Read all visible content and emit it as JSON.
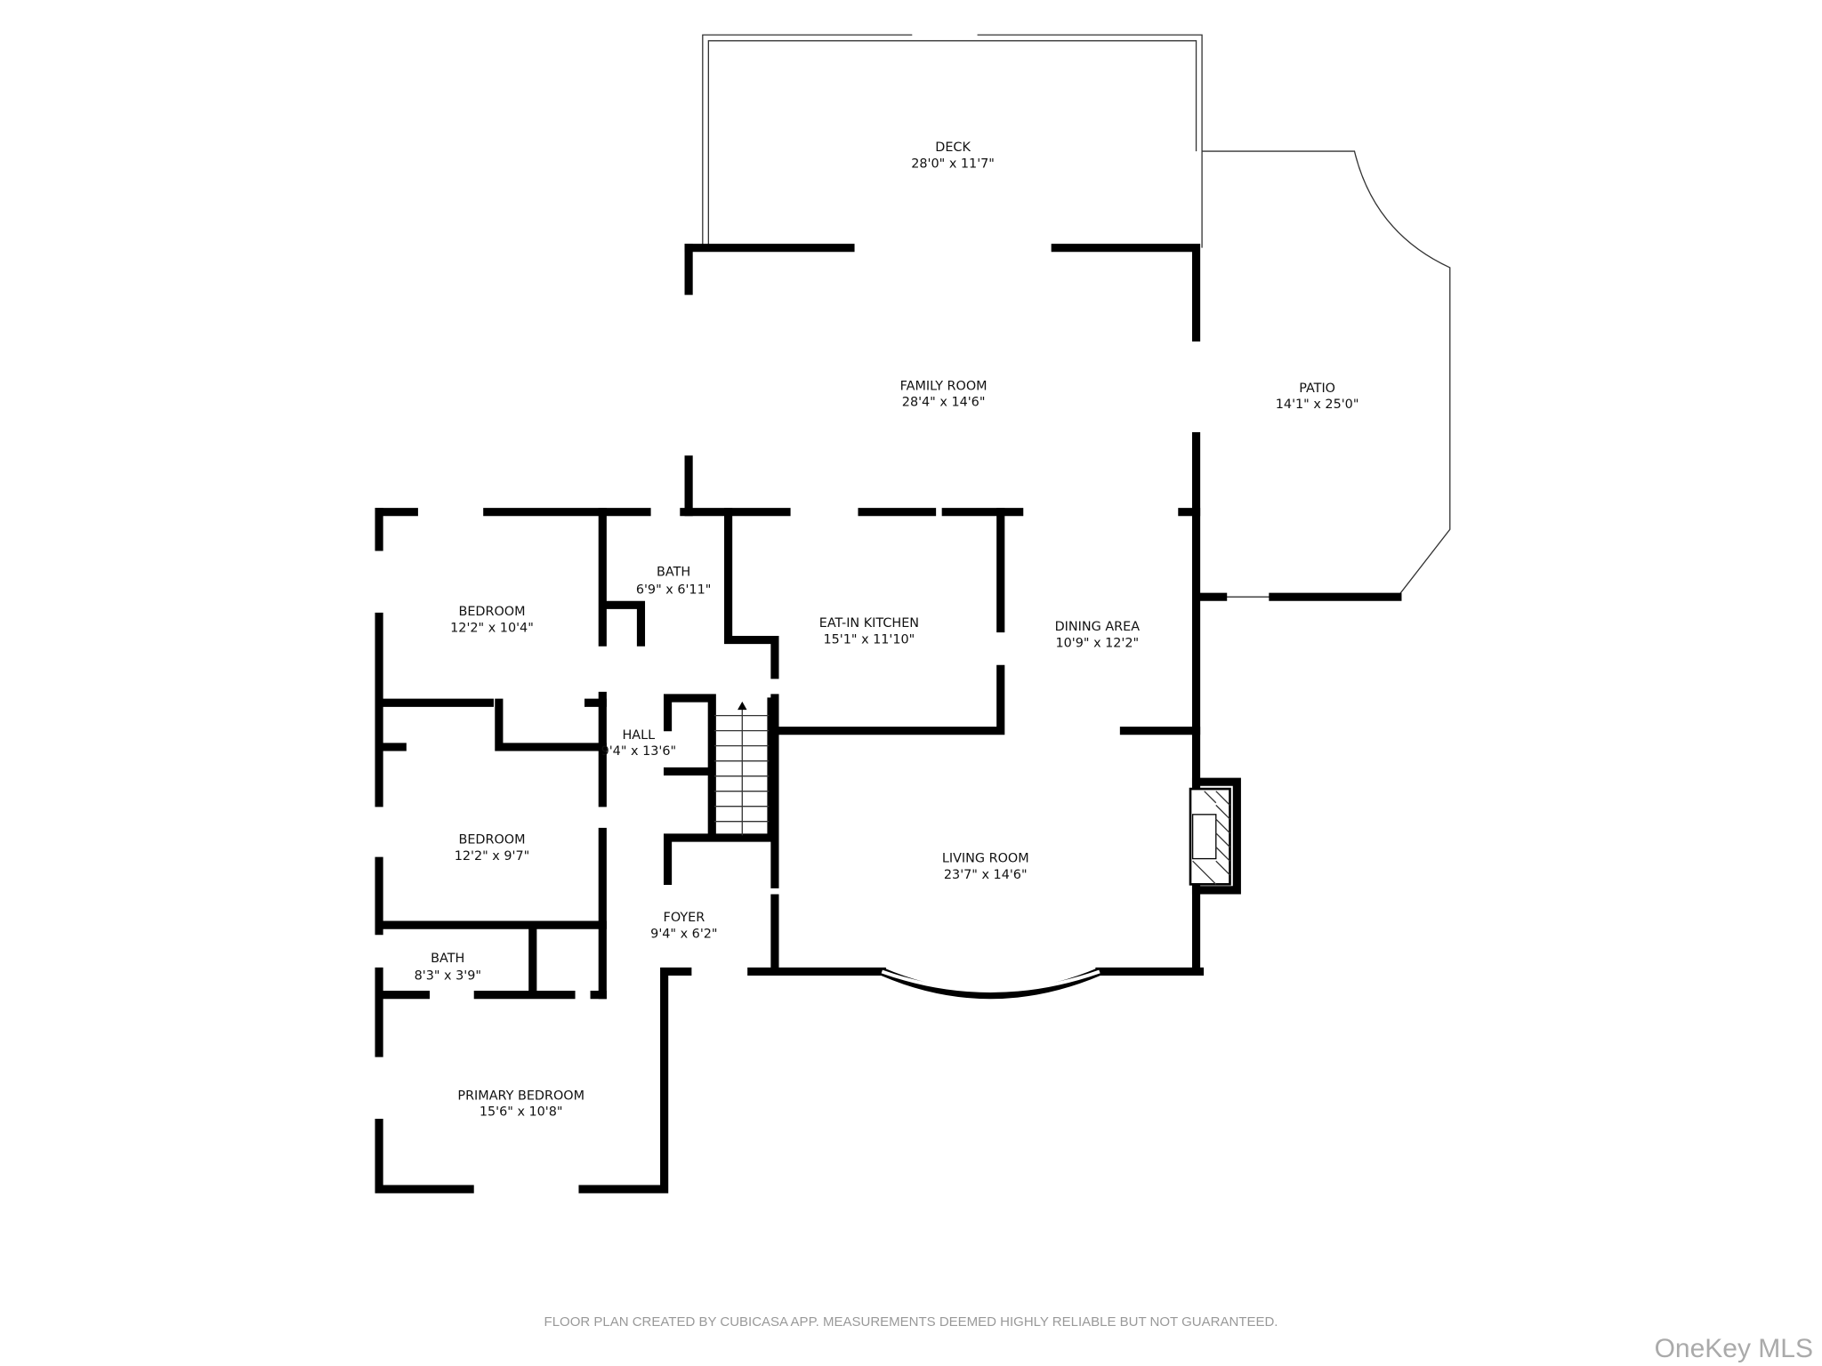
{
  "rooms": {
    "deck": {
      "name": "DECK",
      "size": "28'0\" x 11'7\""
    },
    "patio": {
      "name": "PATIO",
      "size": "14'1\" x 25'0\""
    },
    "family_room": {
      "name": "FAMILY ROOM",
      "size": "28'4\" x 14'6\""
    },
    "bedroom_1": {
      "name": "BEDROOM",
      "size": "12'2\" x 10'4\""
    },
    "bath_1": {
      "name": "BATH",
      "size": "6'9\" x 6'11\""
    },
    "kitchen": {
      "name": "EAT-IN KITCHEN",
      "size": "15'1\" x 11'10\""
    },
    "dining": {
      "name": "DINING AREA",
      "size": "10'9\" x 12'2\""
    },
    "hall": {
      "name": "HALL",
      "size": "9'4\" x 13'6\""
    },
    "bedroom_2": {
      "name": "BEDROOM",
      "size": "12'2\" x 9'7\""
    },
    "living_room": {
      "name": "LIVING ROOM",
      "size": "23'7\" x 14'6\""
    },
    "foyer": {
      "name": "FOYER",
      "size": "9'4\" x 6'2\""
    },
    "bath_2": {
      "name": "BATH",
      "size": "8'3\" x 3'9\""
    },
    "primary_bedroom": {
      "name": "PRIMARY BEDROOM",
      "size": "15'6\" x 10'8\""
    }
  },
  "disclaimer": "FLOOR PLAN CREATED BY CUBICASA APP. MEASUREMENTS DEEMED HIGHLY RELIABLE BUT NOT GUARANTEED.",
  "watermark": "OneKey MLS"
}
